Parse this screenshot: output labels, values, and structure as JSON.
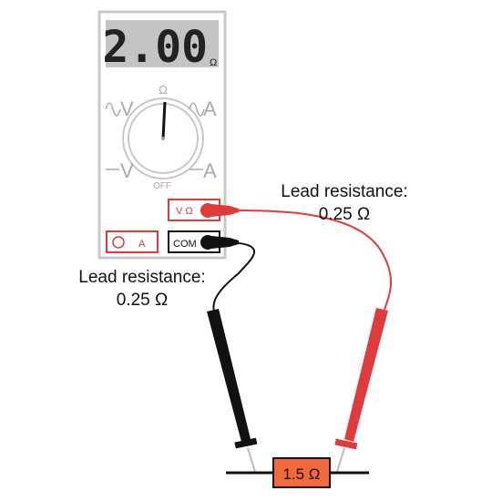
{
  "meter": {
    "display_value": "2.00",
    "display_unit": "Ω",
    "dial": {
      "top_label": "Ω",
      "ac_volts": "V",
      "ac_amps": "A",
      "dc_volts": "V",
      "dc_amps": "A",
      "off_label": "OFF"
    },
    "jacks": {
      "vohm": "V Ω",
      "amps": "A",
      "com": "COM"
    }
  },
  "annotations": {
    "red_lead_line1": "Lead resistance:",
    "red_lead_line2": "0.25 Ω",
    "black_lead_line1": "Lead resistance:",
    "black_lead_line2": "0.25 Ω"
  },
  "resistor": {
    "label": "1.5 Ω",
    "color": "#f06a3e"
  },
  "colors": {
    "red_probe": "#e03a3a",
    "black_probe": "#111111",
    "meter_outline": "#c8c8c8",
    "display_bg": "#c4c4c4"
  }
}
